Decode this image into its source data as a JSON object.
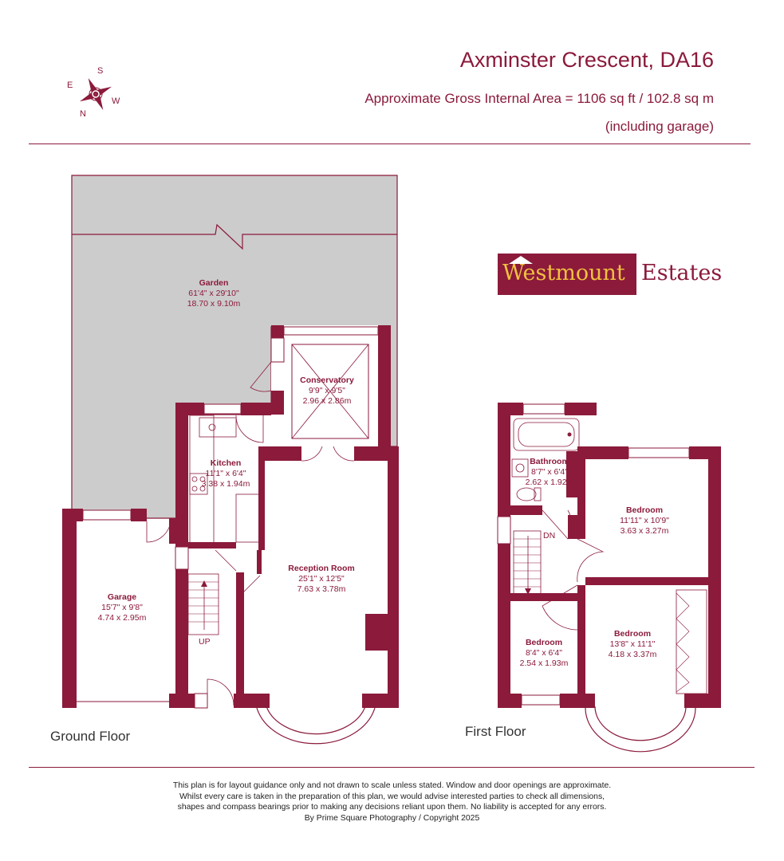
{
  "header": {
    "address": "Axminster Crescent, DA16",
    "area": "Approximate Gross Internal Area = 1106 sq ft / 102.8 sq m",
    "including": "(including garage)"
  },
  "compass": {
    "n": "N",
    "s": "S",
    "e": "E",
    "w": "W"
  },
  "brand": {
    "first": "Westmount",
    "second": "Estates"
  },
  "colors": {
    "wall": "#8b1a3b",
    "garden": "#cccccc"
  },
  "ground_floor": {
    "label": "Ground Floor",
    "rooms": [
      {
        "name": "Garden",
        "imperial": "61'4\" x 29'10\"",
        "metric": "18.70 x 9.10m"
      },
      {
        "name": "Conservatory",
        "imperial": "9'9\" x 9'5\"",
        "metric": "2.96 x 2.86m"
      },
      {
        "name": "Kitchen",
        "imperial": "11'1\" x 6'4\"",
        "metric": "3.38 x 1.94m"
      },
      {
        "name": "Reception Room",
        "imperial": "25'1\" x 12'5\"",
        "metric": "7.63 x 3.78m"
      },
      {
        "name": "Garage",
        "imperial": "15'7\" x 9'8\"",
        "metric": "4.74 x 2.95m"
      }
    ],
    "stairs": "UP"
  },
  "first_floor": {
    "label": "First Floor",
    "rooms": [
      {
        "name": "Bathroom",
        "imperial": "8'7\" x 6'4\"",
        "metric": "2.62 x 1.92m"
      },
      {
        "name": "Bedroom",
        "imperial": "11'11\" x 10'9\"",
        "metric": "3.63 x 3.27m"
      },
      {
        "name": "Bedroom",
        "imperial": "13'8\" x 11'1\"",
        "metric": "4.18 x 3.37m"
      },
      {
        "name": "Bedroom",
        "imperial": "8'4\" x 6'4\"",
        "metric": "2.54 x 1.93m"
      }
    ],
    "stairs": "DN"
  },
  "disclaimer": {
    "line1": "This plan is for layout guidance only and not drawn to scale unless stated. Window and door openings are approximate.",
    "line2": "Whilst every care is taken in the preparation of this plan, we would advise interested parties to check all dimensions,",
    "line3": "shapes and compass bearings prior to making any decisions reliant upon them. No liability is accepted for any errors.",
    "line4": "By Prime Square Photography / Copyright 2025"
  }
}
